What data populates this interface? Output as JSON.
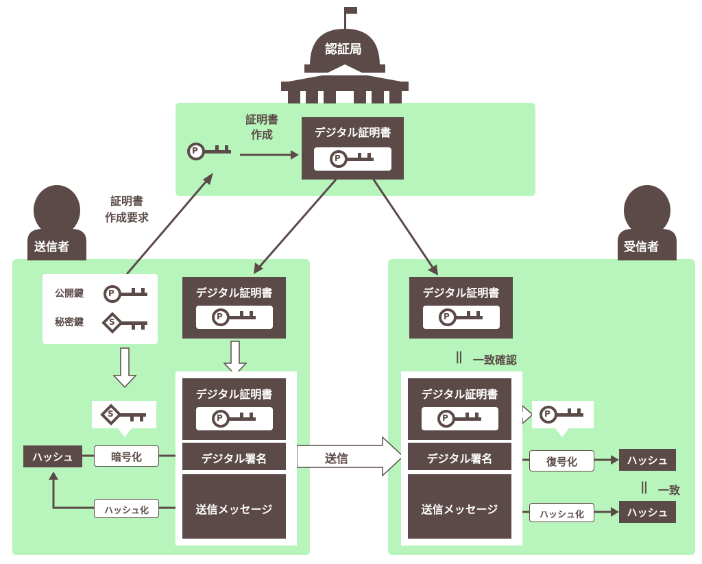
{
  "colors": {
    "panel": "#b8f5bd",
    "dark": "#5b4a47",
    "white": "#ffffff"
  },
  "icons": {
    "building": "government-building-icon",
    "person": "person-icon",
    "public_key": "public-key-icon",
    "secret_key": "secret-key-icon"
  },
  "labels": {
    "ca": "認証局",
    "sender": "送信者",
    "receiver": "受信者",
    "cert_create_1": "証明書",
    "cert_create_2": "作成",
    "cert_request_1": "証明書",
    "cert_request_2": "作成要求",
    "digital_cert": "デジタル証明書",
    "public_key": "公開鍵",
    "secret_key": "秘密鍵",
    "key_letter_p": "P",
    "key_letter_s": "S",
    "hash": "ハッシュ",
    "encrypt": "暗号化",
    "decrypt": "復号化",
    "hashing": "ハッシュ化",
    "digital_signature": "デジタル署名",
    "send_message": "送信メッセージ",
    "send": "送信",
    "match_confirm": "一致確認",
    "match": "一致",
    "double_bar": "||"
  }
}
